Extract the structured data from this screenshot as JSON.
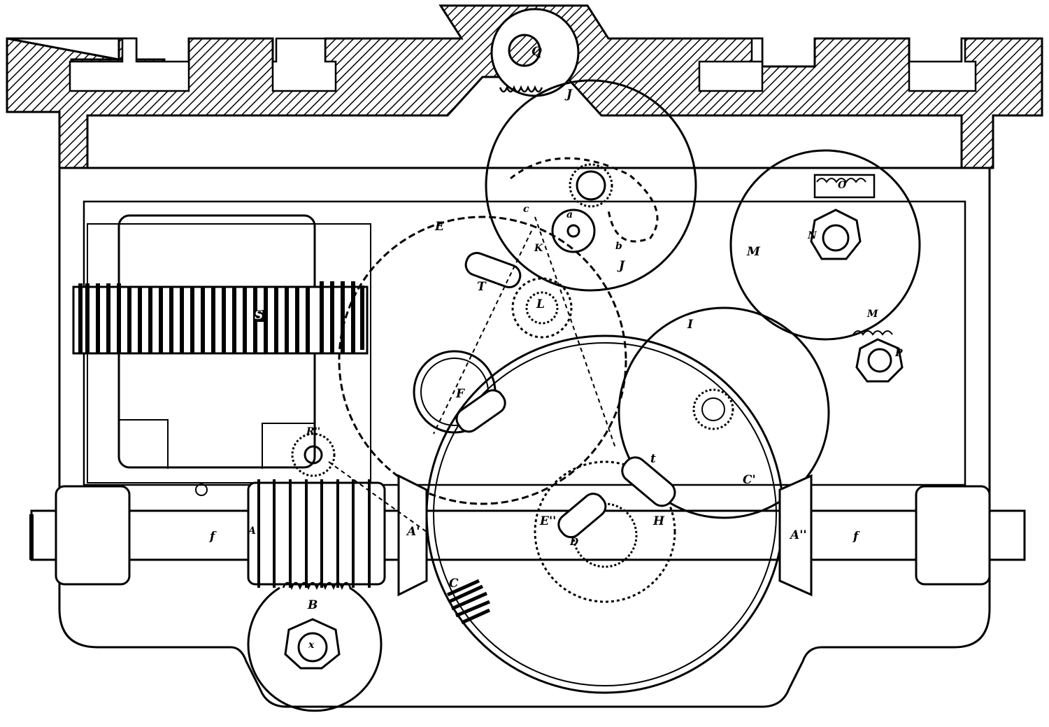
{
  "figure": {
    "labels": {
      "Q": "Q",
      "J_top": "J",
      "E": "E",
      "c": "c",
      "a": "a",
      "K": "K",
      "b": "b",
      "J_lower": "J",
      "T": "T",
      "L": "L",
      "S": "S",
      "O": "O",
      "N": "N",
      "M_upper": "M",
      "M_lower": "M",
      "P": "P",
      "I": "I",
      "F": "F",
      "R2": "R''",
      "t": "t",
      "C1": "C'",
      "E2": "E''",
      "H": "H",
      "D": "D",
      "A": "A",
      "A1": "A'",
      "A2": "A''",
      "f_left": "f",
      "f_right": "f",
      "B": "B",
      "x": "x",
      "C": "C"
    },
    "colors": {
      "ink": "#000000",
      "paper": "#ffffff"
    }
  }
}
